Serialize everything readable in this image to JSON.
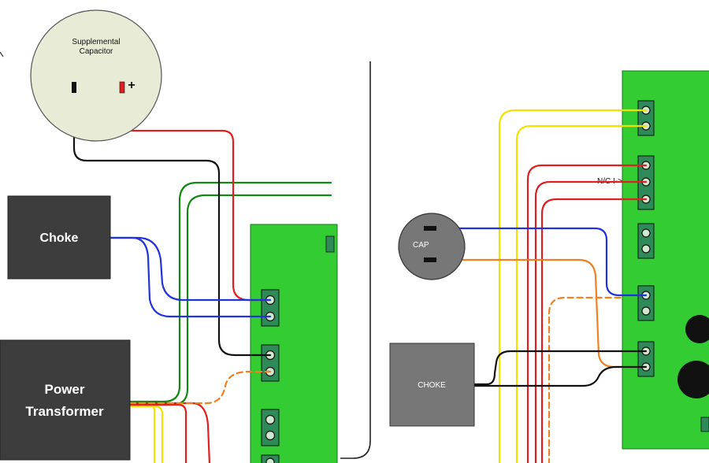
{
  "left_panel": {
    "capacitor": {
      "line1": "Supplemental",
      "line2": "Capacitor",
      "plus": "+"
    },
    "choke_label": "Choke",
    "transformer_line1": "Power",
    "transformer_line2": "Transformer"
  },
  "right_panel": {
    "cap_label": "CAP",
    "choke_label": "CHOKE",
    "nc_note": "N/C !->"
  },
  "colors": {
    "board_green": "#33cc33",
    "terminal_green": "#2e8b57",
    "component_dark": "#3d3d3d",
    "component_gray": "#777777",
    "capacitor_fill": "#e8ecd6",
    "wire_red": "#e02020",
    "wire_black": "#111111",
    "wire_blue": "#2233dd",
    "wire_green": "#118811",
    "wire_yellow": "#f2e200",
    "wire_orange": "#f08020"
  }
}
